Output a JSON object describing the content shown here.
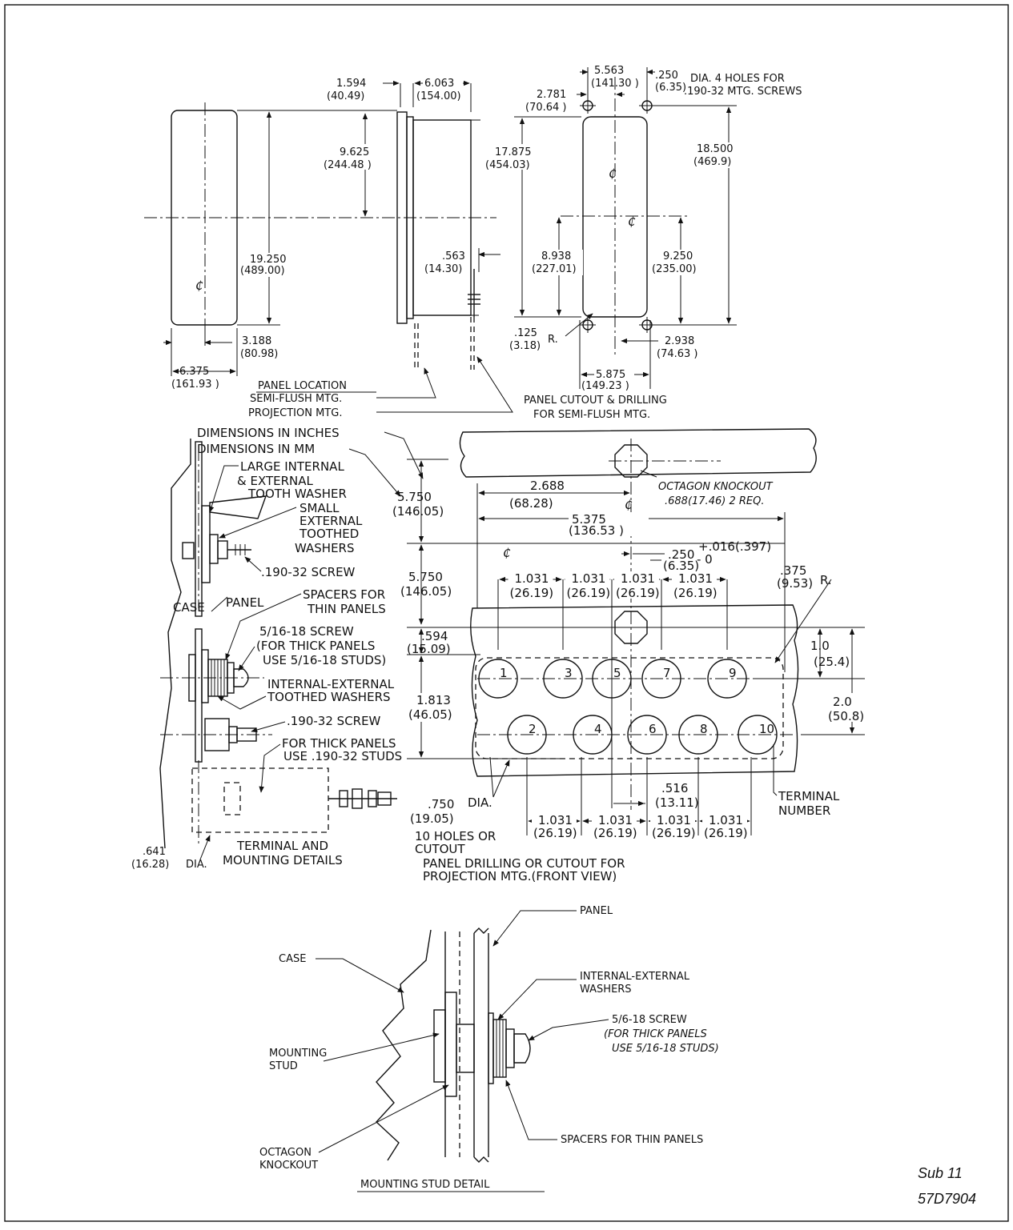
{
  "view_case_front": {
    "cl_symbol": "₵",
    "height_in": "19.250",
    "height_mm": "(489.00)",
    "offset_in": "3.188",
    "offset_mm": "(80.98)",
    "width_in": "6.375",
    "width_mm": "(161.93 )"
  },
  "view_case_side": {
    "flange_in": "1.594",
    "flange_mm": "(40.49)",
    "depth_in": "6.063",
    "depth_mm": "(154.00)",
    "half_in": "9.625",
    "half_mm": "(244.48 )",
    "stud_in": ".563",
    "stud_mm": "(14.30)"
  },
  "panel_location": {
    "title": "PANEL LOCATION",
    "semi_flush": "SEMI-FLUSH MTG.",
    "projection": "PROJECTION MTG."
  },
  "view_cutout": {
    "top_width_in": "5.563",
    "top_width_mm": "(141.30 )",
    "hole_dia_in": ".250",
    "hole_dia_mm": "(6.35)",
    "hole_note_1": "DIA. 4 HOLES FOR",
    "hole_note_2": ".190-32 MTG. SCREWS",
    "half_w_in": "2.781",
    "half_w_mm": "(70.64  )",
    "height_in": "17.875",
    "height_mm": "(454.03)",
    "hole_span_in": "18.500",
    "hole_span_mm": "(469.9)",
    "lower_in": "8.938",
    "lower_mm": "(227.01)",
    "lower_hole_in": "9.250",
    "lower_hole_mm": "(235.00)",
    "radius_in": ".125",
    "radius_mm": "(3.18)",
    "radius_label": "R.",
    "hole_off_in": "2.938",
    "hole_off_mm": "(74.63 )",
    "bottom_w_in": "5.875",
    "bottom_w_mm": "(149.23 )",
    "caption_1": "PANEL CUTOUT & DRILLING",
    "caption_2": "FOR SEMI-FLUSH MTG."
  },
  "legend": {
    "inches": "DIMENSIONS IN INCHES",
    "mm": "DIMENSIONS IN MM"
  },
  "terminal_detail": {
    "large_washer_1": "LARGE INTERNAL",
    "large_washer_2": "& EXTERNAL",
    "large_washer_3": "TOOTH WASHER",
    "small_washer_1": "SMALL",
    "small_washer_2": "EXTERNAL",
    "small_washer_3": "TOOTHED",
    "small_washer_4": "WASHERS",
    "screw_190": ".190-32 SCREW",
    "case": "CASE",
    "panel": "PANEL",
    "spacers_1": "SPACERS FOR",
    "spacers_2": "THIN  PANELS",
    "screw_516_1": "5/16-18 SCREW",
    "screw_516_2": "(FOR THICK PANELS",
    "screw_516_3": "USE 5/16-18 STUDS)",
    "ie_washers_1": "INTERNAL-EXTERNAL",
    "ie_washers_2": "TOOTHED WASHERS",
    "screw_190_b": ".190-32 SCREW",
    "thick_1": "FOR THICK PANELS",
    "thick_2": "USE .190-32 STUDS",
    "dia_in": ".641",
    "dia_mm": "(16.28)",
    "dia_label": "DIA.",
    "caption_1": "TERMINAL AND",
    "caption_2": "MOUNTING DETAILS"
  },
  "projection_view": {
    "knockout_1": "OCTAGON KNOCKOUT",
    "knockout_2": ".688(17.46) 2 REQ.",
    "up_in": "5.750",
    "up_mm": "(146.05)",
    "down_in": "5.750",
    "down_mm": "(146.05)",
    "half_in": "2.688",
    "half_mm": "(68.28)",
    "width_in": "5.375",
    "width_mm": "(136.53 )",
    "tol_in": ".250",
    "tol_mm": "(6.35)",
    "tol_plus": "+.016(.397)",
    "tol_minus": "- 0",
    "pitch_in": "1.031",
    "pitch_mm": "(26.19)",
    "r_in": ".375",
    "r_mm": "(9.53)",
    "r_label": "R.",
    "top_off_in": ".594",
    "top_off_mm": "(15.09)",
    "row_in": "1.813",
    "row_mm": "(46.05)",
    "r1_in": "1.0",
    "r1_mm": "(25.4)",
    "r2_in": "2.0",
    "r2_mm": "(50.8)",
    "stagger_in": ".516",
    "stagger_mm": "(13.11)",
    "hole_dia_in": ".750",
    "hole_dia_mm": "(19.05)",
    "hole_dia_label": "DIA.",
    "holes_1": "10 HOLES OR",
    "holes_2": "CUTOUT",
    "terminal_1": "TERMINAL",
    "terminal_2": "NUMBER",
    "caption_1": "PANEL DRILLING OR CUTOUT FOR",
    "caption_2": "PROJECTION MTG.(FRONT VIEW)",
    "terminals_top": [
      "1",
      "3",
      "5",
      "7",
      "9"
    ],
    "terminals_bottom": [
      "2",
      "4",
      "6",
      "8",
      "10"
    ]
  },
  "stud_detail": {
    "panel": "PANEL",
    "case": "CASE",
    "washers_1": "INTERNAL-EXTERNAL",
    "washers_2": "WASHERS",
    "screw_1": "5/6-18 SCREW",
    "screw_2": "(FOR THICK PANELS",
    "screw_3": "USE 5/16-18 STUDS)",
    "stud_1": "MOUNTING",
    "stud_2": "STUD",
    "knockout_1": "OCTAGON",
    "knockout_2": "KNOCKOUT",
    "spacers": "SPACERS FOR THIN PANELS",
    "title": "MOUNTING STUD DETAIL"
  },
  "reference": {
    "sub": "Sub 11",
    "drawing_no": "57D7904"
  }
}
